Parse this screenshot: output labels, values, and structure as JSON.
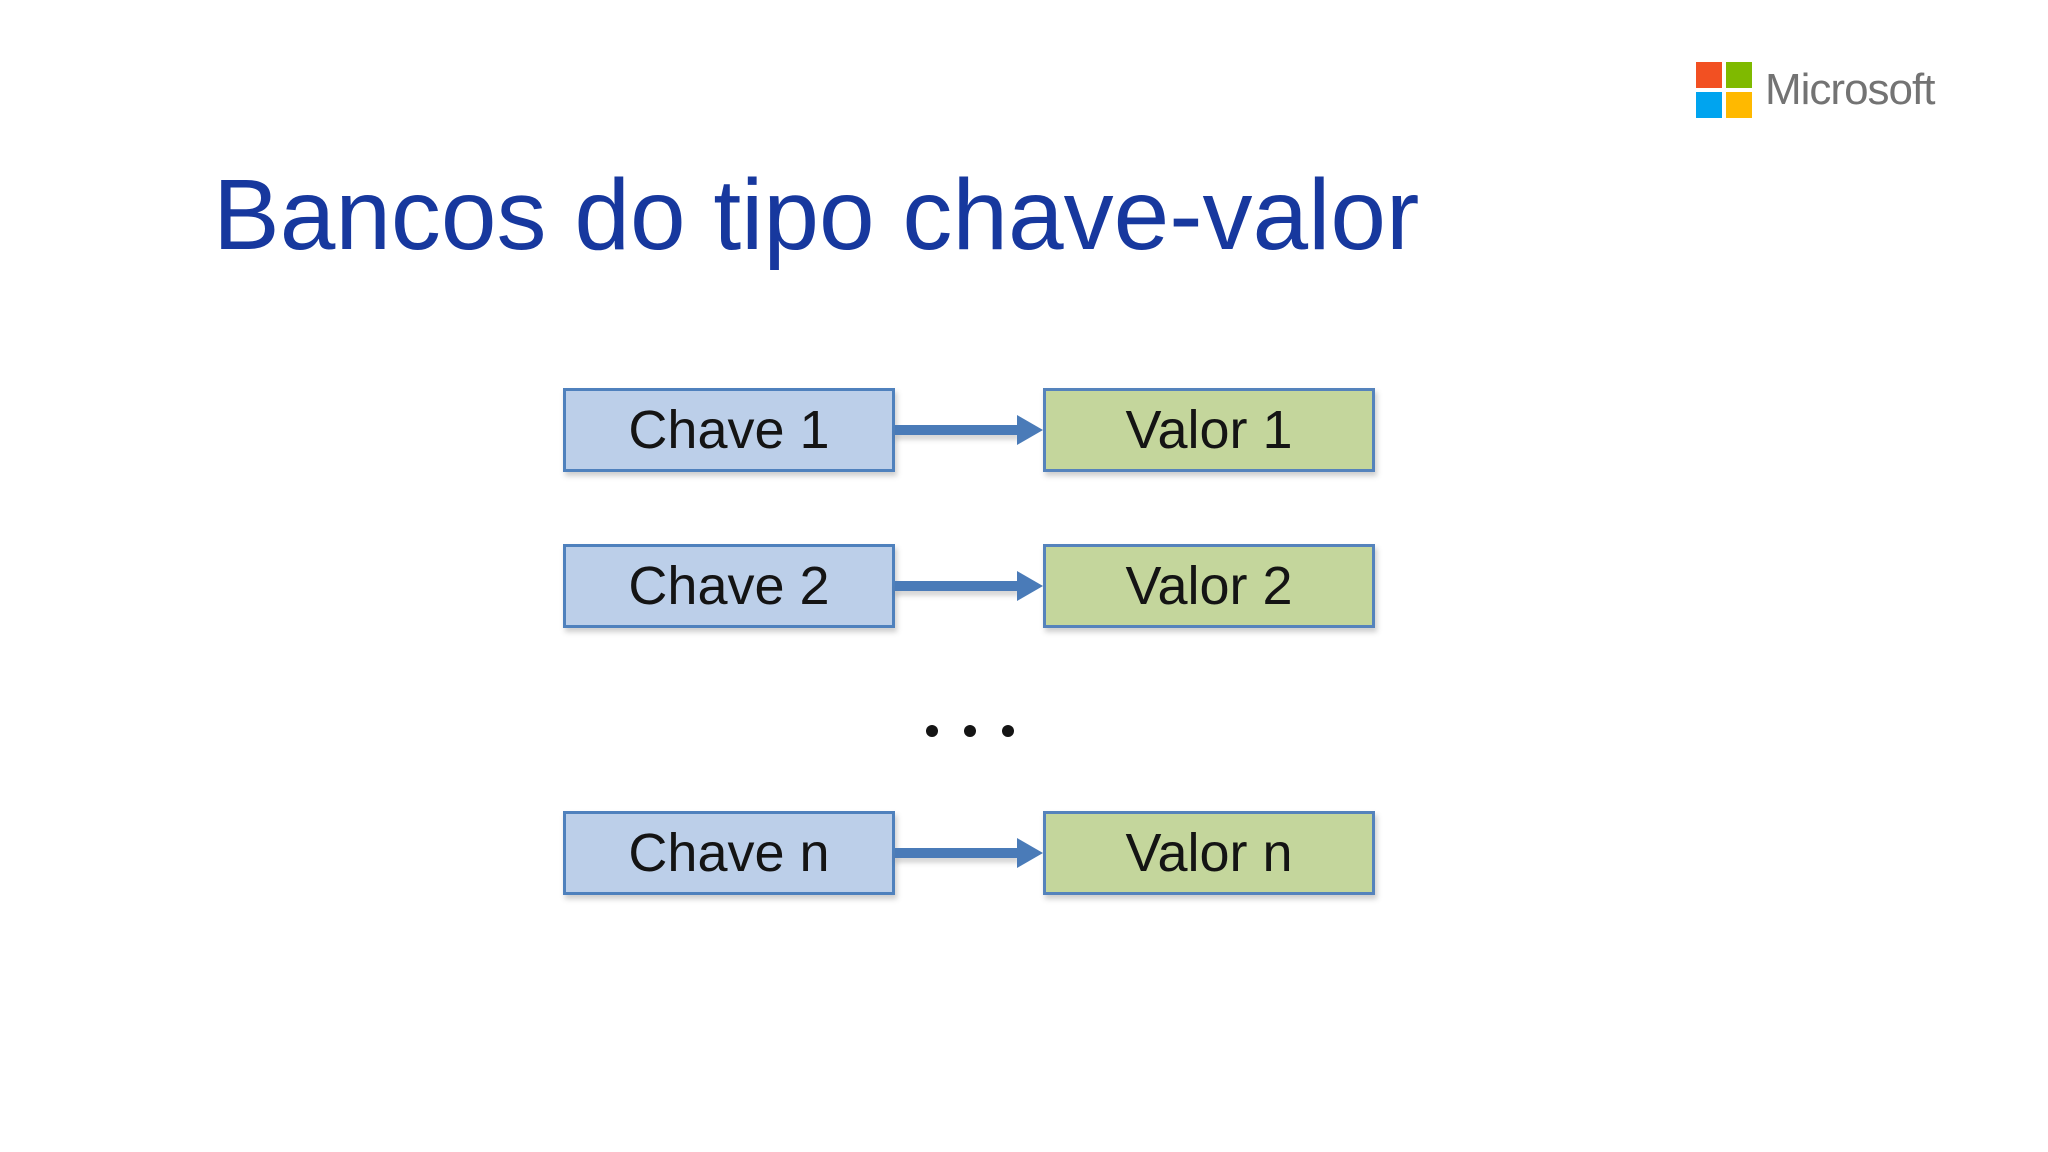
{
  "slide": {
    "title": "Bancos do tipo chave-valor"
  },
  "logo": {
    "wordmark": "Microsoft",
    "squares": [
      "red-square",
      "green-square",
      "blue-square",
      "yellow-square"
    ]
  },
  "diagram": {
    "type": "key-value-mapping",
    "ellipsis": ". . .",
    "pairs": [
      {
        "key": "Chave 1",
        "value": "Valor 1"
      },
      {
        "key": "Chave 2",
        "value": "Valor 2"
      },
      {
        "key": "Chave n",
        "value": "Valor n"
      }
    ]
  },
  "colors": {
    "title": "#17389E",
    "text": "#141414",
    "key-fill": "#BCCFE9",
    "key-border": "#4F81BD",
    "value-fill": "#C4D69C",
    "value-border": "#5583BC",
    "arrow": "#4A7BB8",
    "wordmark": "#737373",
    "ms-red": "#F25022",
    "ms-green": "#7FBA00",
    "ms-blue": "#00A4EF",
    "ms-yellow": "#FFB900"
  }
}
